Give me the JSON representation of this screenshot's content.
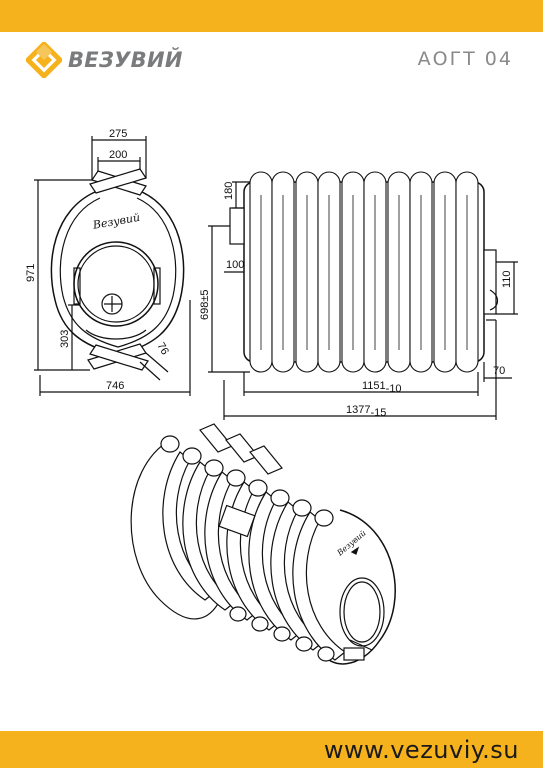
{
  "header": {
    "brand": "ВЕЗУВИЙ",
    "model": "АОГТ 04"
  },
  "footer": {
    "website": "www.vezuviy.su"
  },
  "logo": {
    "icon": "diamond-logo-icon",
    "color": "#f5b21c"
  },
  "colors": {
    "accent": "#f5b21c",
    "brand_text": "#7a7b7d",
    "line": "#111111"
  },
  "front_view": {
    "dim_top_outer": "275",
    "dim_top_inner": "200",
    "dim_height": "971",
    "dim_lower": "303",
    "dim_angle": "76",
    "dim_width": "746"
  },
  "side_view": {
    "dim_flue": "180",
    "dim_flue_offset": "100",
    "dim_axis_height": "698±5",
    "dim_right_box": "110",
    "dim_leg": "70",
    "dim_body_length": "1151",
    "dim_body_tol": "-10",
    "dim_total_length": "1377",
    "dim_total_tol": "-15"
  },
  "stove_badge": "Везувий"
}
